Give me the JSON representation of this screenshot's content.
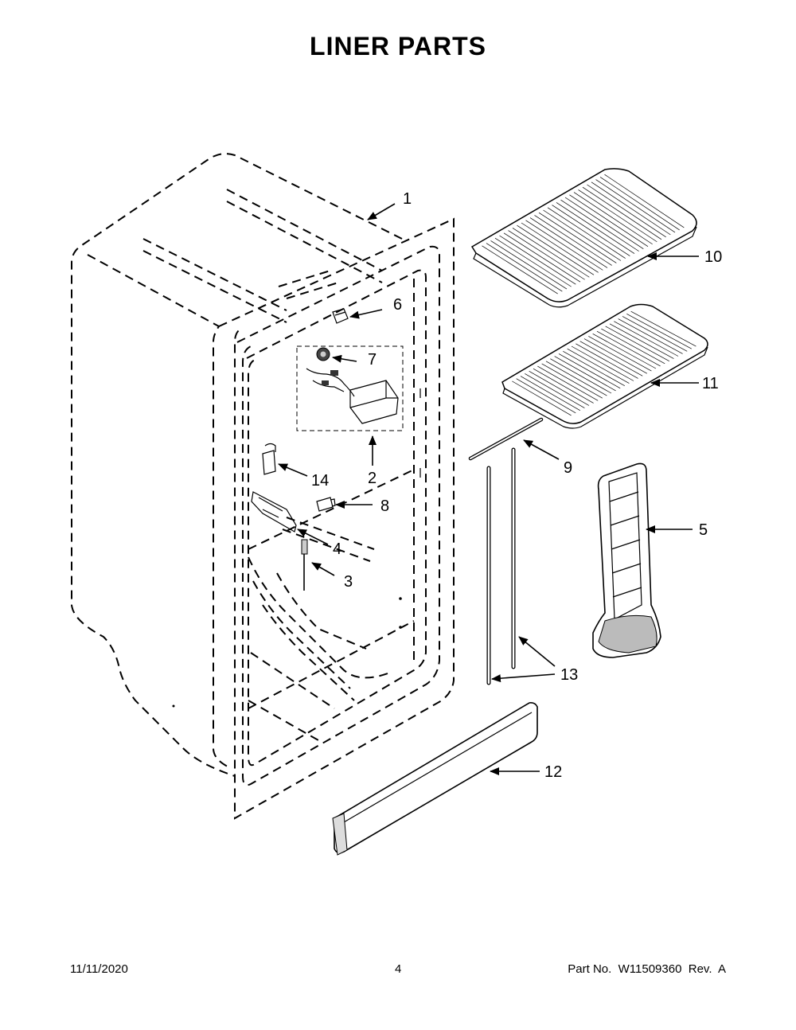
{
  "title": "LINER PARTS",
  "callouts": {
    "c1": "1",
    "c2": "2",
    "c3": "3",
    "c4": "4",
    "c5": "5",
    "c6": "6",
    "c7": "7",
    "c8": "8",
    "c9": "9",
    "c10": "10",
    "c11": "11",
    "c12": "12",
    "c13": "13",
    "c14": "14"
  },
  "footer": {
    "date": "11/11/2020",
    "page": "4",
    "part": "Part No.  W11509360  Rev.  A"
  }
}
